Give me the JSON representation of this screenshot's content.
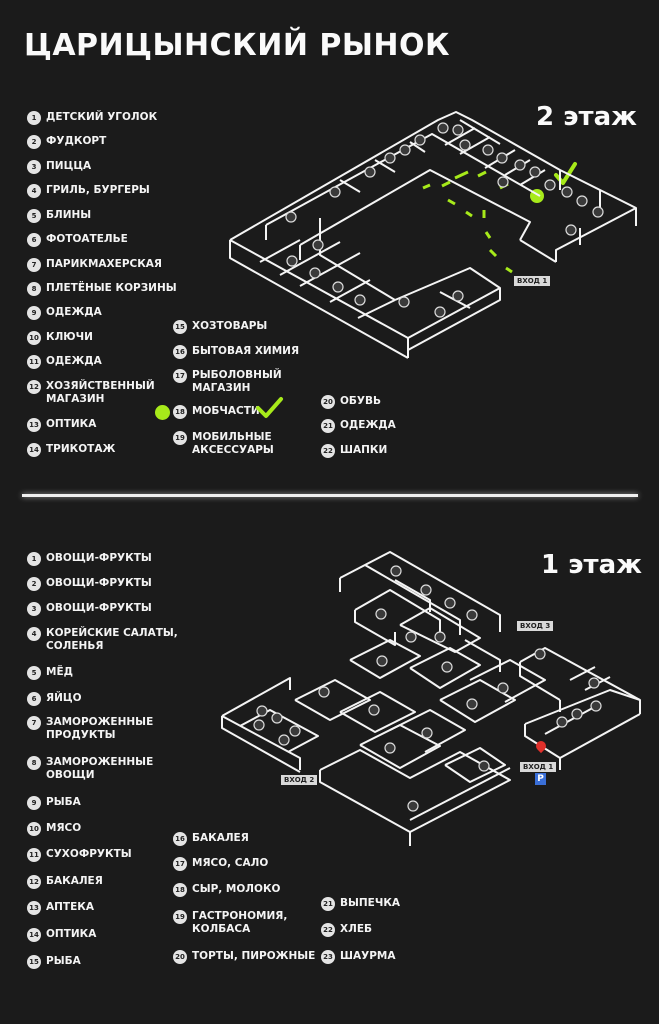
{
  "title": "ЦАРИЦЫНСКИЙ РЫНОК",
  "floor2": {
    "label": "2 этаж",
    "entrance_label": "ВХОД 1",
    "accent": "#a7ea1a",
    "legend": [
      {
        "n": "1",
        "text": "ДЕТСКИЙ УГОЛОК"
      },
      {
        "n": "2",
        "text": "ФУДКОРТ"
      },
      {
        "n": "3",
        "text": "ПИЦЦА"
      },
      {
        "n": "4",
        "text": "ГРИЛЬ, БУРГЕРЫ"
      },
      {
        "n": "5",
        "text": "БЛИНЫ"
      },
      {
        "n": "6",
        "text": "ФОТОАТЕЛЬЕ"
      },
      {
        "n": "7",
        "text": "ПАРИКМАХЕРСКАЯ"
      },
      {
        "n": "8",
        "text": "ПЛЕТЁНЫЕ КОРЗИНЫ"
      },
      {
        "n": "9",
        "text": "ОДЕЖДА"
      },
      {
        "n": "10",
        "text": "КЛЮЧИ"
      },
      {
        "n": "11",
        "text": "ОДЕЖДА"
      },
      {
        "n": "12",
        "text": "ХОЗЯЙСТВЕННЫЙ\nМАГАЗИН"
      },
      {
        "n": "13",
        "text": "ОПТИКА"
      },
      {
        "n": "14",
        "text": "ТРИКОТАЖ"
      },
      {
        "n": "15",
        "text": "ХОЗТОВАРЫ"
      },
      {
        "n": "16",
        "text": "БЫТОВАЯ ХИМИЯ"
      },
      {
        "n": "17",
        "text": "РЫБОЛОВНЫЙ\nМАГАЗИН"
      },
      {
        "n": "18",
        "text": "МОБЧАСТИ"
      },
      {
        "n": "19",
        "text": "МОБИЛЬНЫЕ\nАКСЕССУАРЫ"
      },
      {
        "n": "20",
        "text": "ОБУВЬ"
      },
      {
        "n": "21",
        "text": "ОДЕЖДА"
      },
      {
        "n": "22",
        "text": "ШАПКИ"
      }
    ]
  },
  "floor1": {
    "label": "1 этаж",
    "entrance1_label": "ВХОД 1",
    "entrance2_label": "ВХОД 2",
    "entrance3_label": "ВХОД 3",
    "parking_label": "P",
    "legend": [
      {
        "n": "1",
        "text": "ОВОЩИ-ФРУКТЫ"
      },
      {
        "n": "2",
        "text": "ОВОЩИ-ФРУКТЫ"
      },
      {
        "n": "3",
        "text": "ОВОЩИ-ФРУКТЫ"
      },
      {
        "n": "4",
        "text": "КОРЕЙСКИЕ САЛАТЫ,\nСОЛЕНЬЯ"
      },
      {
        "n": "5",
        "text": "МЁД"
      },
      {
        "n": "6",
        "text": "ЯЙЦО"
      },
      {
        "n": "7",
        "text": "ЗАМОРОЖЕННЫЕ\nПРОДУКТЫ"
      },
      {
        "n": "8",
        "text": "ЗАМОРОЖЕННЫЕ\nОВОЩИ"
      },
      {
        "n": "9",
        "text": "РЫБА"
      },
      {
        "n": "10",
        "text": "МЯСО"
      },
      {
        "n": "11",
        "text": "СУХОФРУКТЫ"
      },
      {
        "n": "12",
        "text": "БАКАЛЕЯ"
      },
      {
        "n": "13",
        "text": "АПТЕКА"
      },
      {
        "n": "14",
        "text": "ОПТИКА"
      },
      {
        "n": "15",
        "text": "РЫБА"
      },
      {
        "n": "16",
        "text": "БАКАЛЕЯ"
      },
      {
        "n": "17",
        "text": "МЯСО, САЛО"
      },
      {
        "n": "18",
        "text": "СЫР, МОЛОКО"
      },
      {
        "n": "19",
        "text": "ГАСТРОНОМИЯ,\nКОЛБАСА"
      },
      {
        "n": "20",
        "text": "ТОРТЫ, ПИРОЖНЫЕ"
      },
      {
        "n": "21",
        "text": "ВЫПЕЧКА"
      },
      {
        "n": "22",
        "text": "ХЛЕБ"
      },
      {
        "n": "23",
        "text": "ШАУРМА"
      }
    ]
  }
}
